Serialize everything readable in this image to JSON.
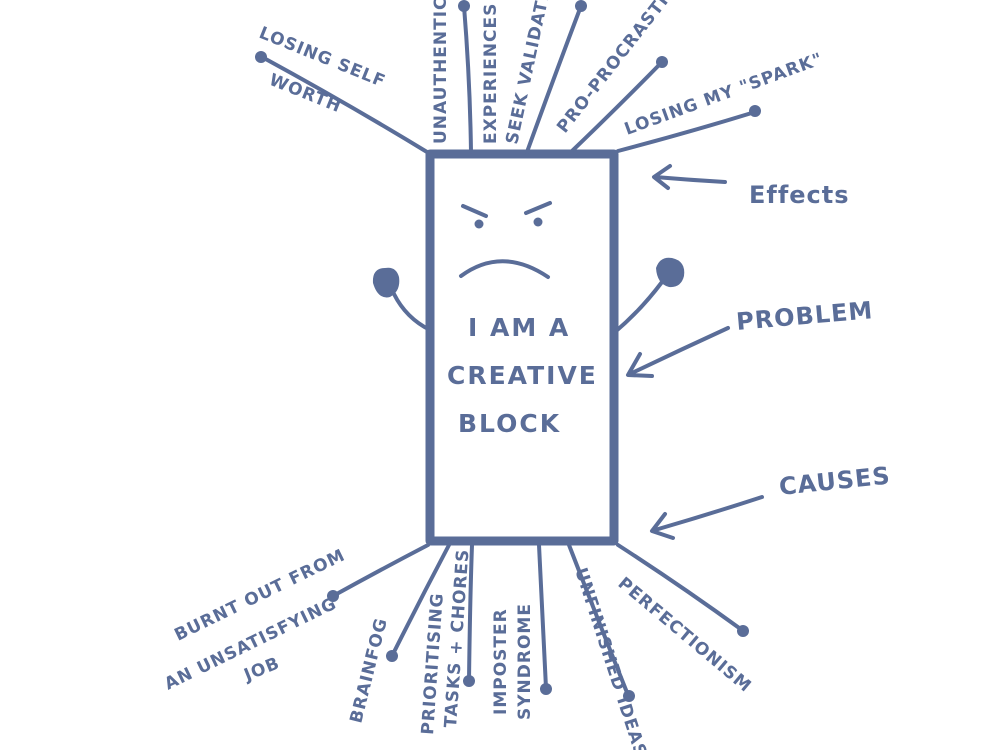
{
  "block": {
    "lines": [
      "I AM A",
      "CREATIVE",
      "BLOCK"
    ]
  },
  "labels": {
    "effects": "Effects",
    "problem": "PROBLEM",
    "causes": "CAUSES"
  },
  "effects": [
    {
      "id": "losing-self-worth",
      "lines": [
        "LOSING SELF",
        "WORTH"
      ]
    },
    {
      "id": "unauthentic-experiences",
      "lines": [
        "UNAUTHENTIC",
        "EXPERIENCES"
      ]
    },
    {
      "id": "seek-validation",
      "lines": [
        "SEEK VALIDATION"
      ]
    },
    {
      "id": "pro-procrastinator",
      "lines": [
        "PRO-PROCRASTINATOR"
      ]
    },
    {
      "id": "losing-my-spark",
      "lines": [
        "LOSING MY \"SPARK\""
      ]
    }
  ],
  "causes": [
    {
      "id": "burnt-out",
      "lines": [
        "BURNT OUT FROM",
        "AN UNSATISFYING",
        "JOB"
      ]
    },
    {
      "id": "brain-fog",
      "lines": [
        "BRAINFOG"
      ]
    },
    {
      "id": "prioritising",
      "lines": [
        "PRIORITISING",
        "TASKS + CHORES"
      ]
    },
    {
      "id": "imposter-syndrome",
      "lines": [
        "IMPOSTER",
        "SYNDROME"
      ]
    },
    {
      "id": "unfinished-ideas",
      "lines": [
        "UNFINISHED IDEAS"
      ]
    },
    {
      "id": "perfectionism",
      "lines": [
        "PERFECTIONISM"
      ]
    }
  ]
}
